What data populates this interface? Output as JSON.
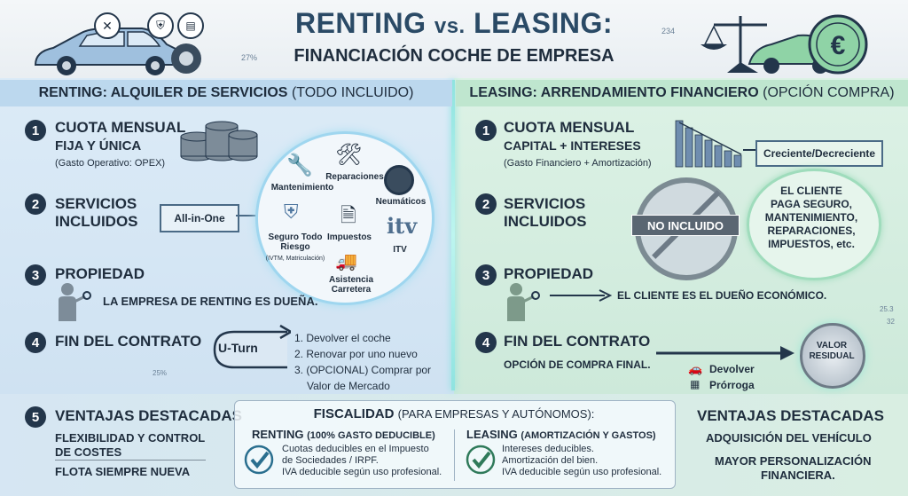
{
  "title": {
    "main_a": "RENTING",
    "vs": "vs.",
    "main_b": "LEASING:",
    "subtitle": "FINANCIACIÓN COCHE DE EMPRESA"
  },
  "header_decor": {
    "left_pct": "27%",
    "right_num": "234"
  },
  "renting": {
    "heading_bold": "RENTING: ALQUILER DE SERVICIOS",
    "heading_rest": "(TODO INCLUIDO)",
    "s1": {
      "num": "1",
      "title_a": "CUOTA MENSUAL",
      "title_b": "FIJA Y ÚNICA",
      "sub": "(Gasto Operativo: OPEX)"
    },
    "s2": {
      "num": "2",
      "title_a": "SERVICIOS",
      "title_b": "INCLUIDOS",
      "tag": "All-in-One",
      "services": [
        "Mantenimiento",
        "Reparaciones",
        "Neumáticos",
        "Seguro Todo Riesgo",
        "(IVTM, Matriculación)",
        "Impuestos",
        "ITV",
        "Asistencia Carretera"
      ]
    },
    "s3": {
      "num": "3",
      "title": "PROPIEDAD",
      "text": "LA EMPRESA DE RENTING ES DUEÑA."
    },
    "s4": {
      "num": "4",
      "title": "FIN DEL CONTRATO",
      "uturn": "U-Turn",
      "options": [
        "1. Devolver el coche",
        "2. Renovar por uno nuevo",
        "3. (OPCIONAL) Comprar por",
        "Valor de Mercado"
      ],
      "pct": "25%"
    },
    "s5": {
      "num": "5",
      "title": "VENTAJAS DESTACADAS",
      "items": [
        "FLEXIBILIDAD Y CONTROL",
        "DE COSTES",
        "FLOTA SIEMPRE NUEVA"
      ]
    }
  },
  "leasing": {
    "heading_bold": "LEASING: ARRENDAMIENTO FINANCIERO",
    "heading_rest": "(OPCIÓN COMPRA)",
    "s1": {
      "num": "1",
      "title_a": "CUOTA MENSUAL",
      "title_b": "CAPITAL + INTERESES",
      "sub": "(Gasto Financiero + Amortización)",
      "tag": "Creciente/Decreciente"
    },
    "s2": {
      "num": "2",
      "title_a": "SERVICIOS",
      "title_b": "INCLUIDOS",
      "stamp": "NO INCLUIDO",
      "client_lines": [
        "EL CLIENTE",
        "PAGA SEGURO,",
        "MANTENIMIENTO,",
        "REPARACIONES,",
        "IMPUESTOS, etc."
      ]
    },
    "s3": {
      "num": "3",
      "title": "PROPIEDAD",
      "text": "EL CLIENTE ES EL DUEÑO ECONÓMICO."
    },
    "s4": {
      "num": "4",
      "title": "FIN DEL CONTRATO",
      "text": "OPCIÓN DE COMPRA FINAL.",
      "coin_a": "VALOR",
      "coin_b": "RESIDUAL",
      "opt1": "Devolver",
      "opt2": "Prórroga"
    },
    "s5": {
      "title": "VENTAJAS DESTACADAS",
      "items": [
        "ADQUISICIÓN DEL VEHÍCULO",
        "MAYOR PERSONALIZACIÓN",
        "FINANCIERA."
      ]
    },
    "decor": {
      "n1": "25.3",
      "n2": "32"
    }
  },
  "fiscalidad": {
    "title_bold": "FISCALIDAD",
    "title_rest": "(PARA EMPRESAS Y AUTÓNOMOS):",
    "renting_head_bold": "RENTING",
    "renting_head_rest": "(100% GASTO DEDUCIBLE)",
    "renting_lines": [
      "Cuotas deducibles en el Impuesto",
      "de Sociedades / IRPF.",
      "IVA deducible según uso profesional."
    ],
    "leasing_head_bold": "LEASING",
    "leasing_head_rest": "(AMORTIZACIÓN Y GASTOS)",
    "leasing_lines": [
      "Intereses deducibles.",
      "Amortización del bien.",
      "IVA deducible según uso profesional."
    ]
  },
  "colors": {
    "navy": "#23364b",
    "blue_panel": "#d4e6f4",
    "green_panel": "#d4eede",
    "glow": "#8fe3e0",
    "check": "#2a6f8f"
  }
}
